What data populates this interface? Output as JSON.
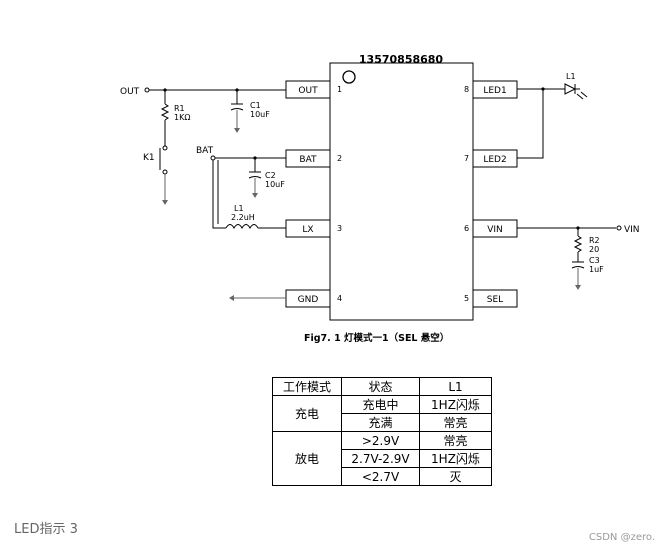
{
  "ic": {
    "phone": "13570858680",
    "pins": [
      {
        "num": "1",
        "name": "OUT"
      },
      {
        "num": "2",
        "name": "BAT"
      },
      {
        "num": "3",
        "name": "LX"
      },
      {
        "num": "4",
        "name": "GND"
      },
      {
        "num": "5",
        "name": "SEL"
      },
      {
        "num": "6",
        "name": "VIN"
      },
      {
        "num": "7",
        "name": "LED2"
      },
      {
        "num": "8",
        "name": "LED1"
      }
    ]
  },
  "components": {
    "out_net": "OUT",
    "bat_net": "BAT",
    "vin_net": "VIN",
    "r1": {
      "ref": "R1",
      "value": "1KΩ"
    },
    "c1": {
      "ref": "C1",
      "value": "10uF"
    },
    "k1": {
      "ref": "K1"
    },
    "c2": {
      "ref": "C2",
      "value": "10uF"
    },
    "l1": {
      "ref": "L1",
      "value": "2.2uH"
    },
    "led": {
      "ref": "L1"
    },
    "r2": {
      "ref": "R2",
      "value": "20"
    },
    "c3": {
      "ref": "C3",
      "value": "1uF"
    }
  },
  "figure_caption": "Fig7.   1 灯模式一1（SEL 悬空）",
  "table": {
    "headers": [
      "工作模式",
      "状态",
      "L1"
    ],
    "charge": {
      "mode": "充电",
      "rows": [
        {
          "state": "充电中",
          "l1": "1HZ闪烁"
        },
        {
          "state": "充满",
          "l1": "常亮"
        }
      ]
    },
    "discharge": {
      "mode": "放电",
      "rows": [
        {
          "state": ">2.9V",
          "l1": "常亮"
        },
        {
          "state": "2.7V-2.9V",
          "l1": "1HZ闪烁"
        },
        {
          "state": "<2.7V",
          "l1": "灭"
        }
      ]
    }
  },
  "page_caption": "LED指示 3",
  "watermark": "CSDN @zero."
}
